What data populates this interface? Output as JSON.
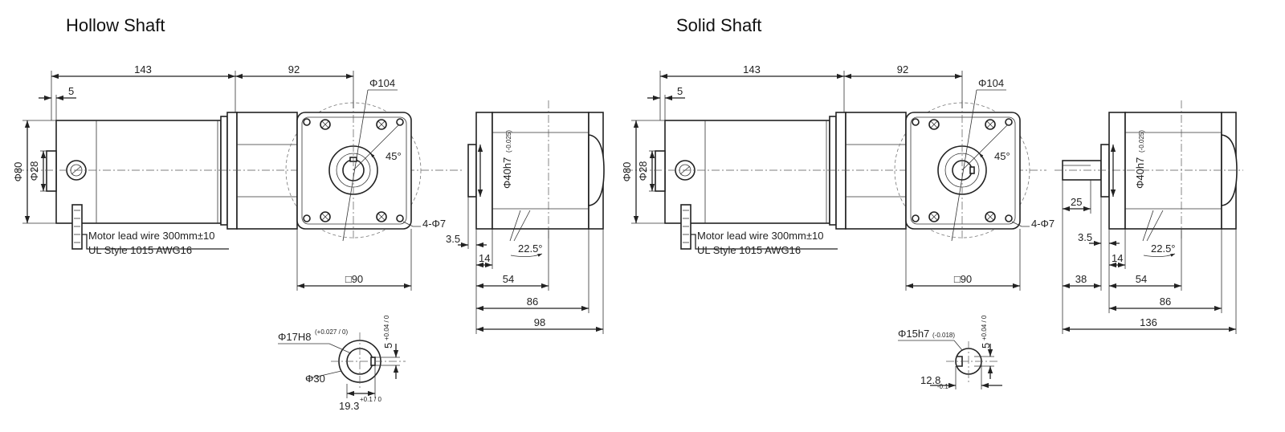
{
  "views": [
    {
      "title": "Hollow Shaft",
      "dims": {
        "d143": "143",
        "d92": "92",
        "d5": "5",
        "d104": "Φ104",
        "d80": "Φ80",
        "d28": "Φ28",
        "d45": "45°",
        "d4phi7": "4-Φ7",
        "wire": "Motor lead wire 300mm±10",
        "ul": "UL Style 1015 AWG16",
        "sq90": "□90",
        "d40": "Φ40h7",
        "d40tol": "(-0.025)",
        "d225": "22.5°",
        "d35": "3.5",
        "d14": "14",
        "d54": "54",
        "d86": "86",
        "dtotal": "98"
      },
      "detail": {
        "bore": "Φ17H8",
        "boretol": "(+0.027 / 0)",
        "key": "5",
        "keytol": "+0.04 / 0",
        "outer": "Φ30",
        "depth": "19.3",
        "depthtol": "+0.1 / 0"
      }
    },
    {
      "title": "Solid Shaft",
      "dims": {
        "d143": "143",
        "d92": "92",
        "d5": "5",
        "d104": "Φ104",
        "d80": "Φ80",
        "d28": "Φ28",
        "d45": "45°",
        "d4phi7": "4-Φ7",
        "wire": "Motor lead wire 300mm±10",
        "ul": "UL Style 1015 AWG16",
        "sq90": "□90",
        "d40": "Φ40h7",
        "d40tol": "(-0.025)",
        "d225": "22.5°",
        "d35": "3.5",
        "d14": "14",
        "d54": "54",
        "d86": "86",
        "dtotal": "136",
        "d25": "25",
        "d38": "38"
      },
      "detail": {
        "shaft": "Φ15h7",
        "shafttol": "(-0.018)",
        "key": "5",
        "keytol": "+0.04 / 0",
        "flat": "12.8",
        "flattol": "-0.1"
      }
    }
  ]
}
